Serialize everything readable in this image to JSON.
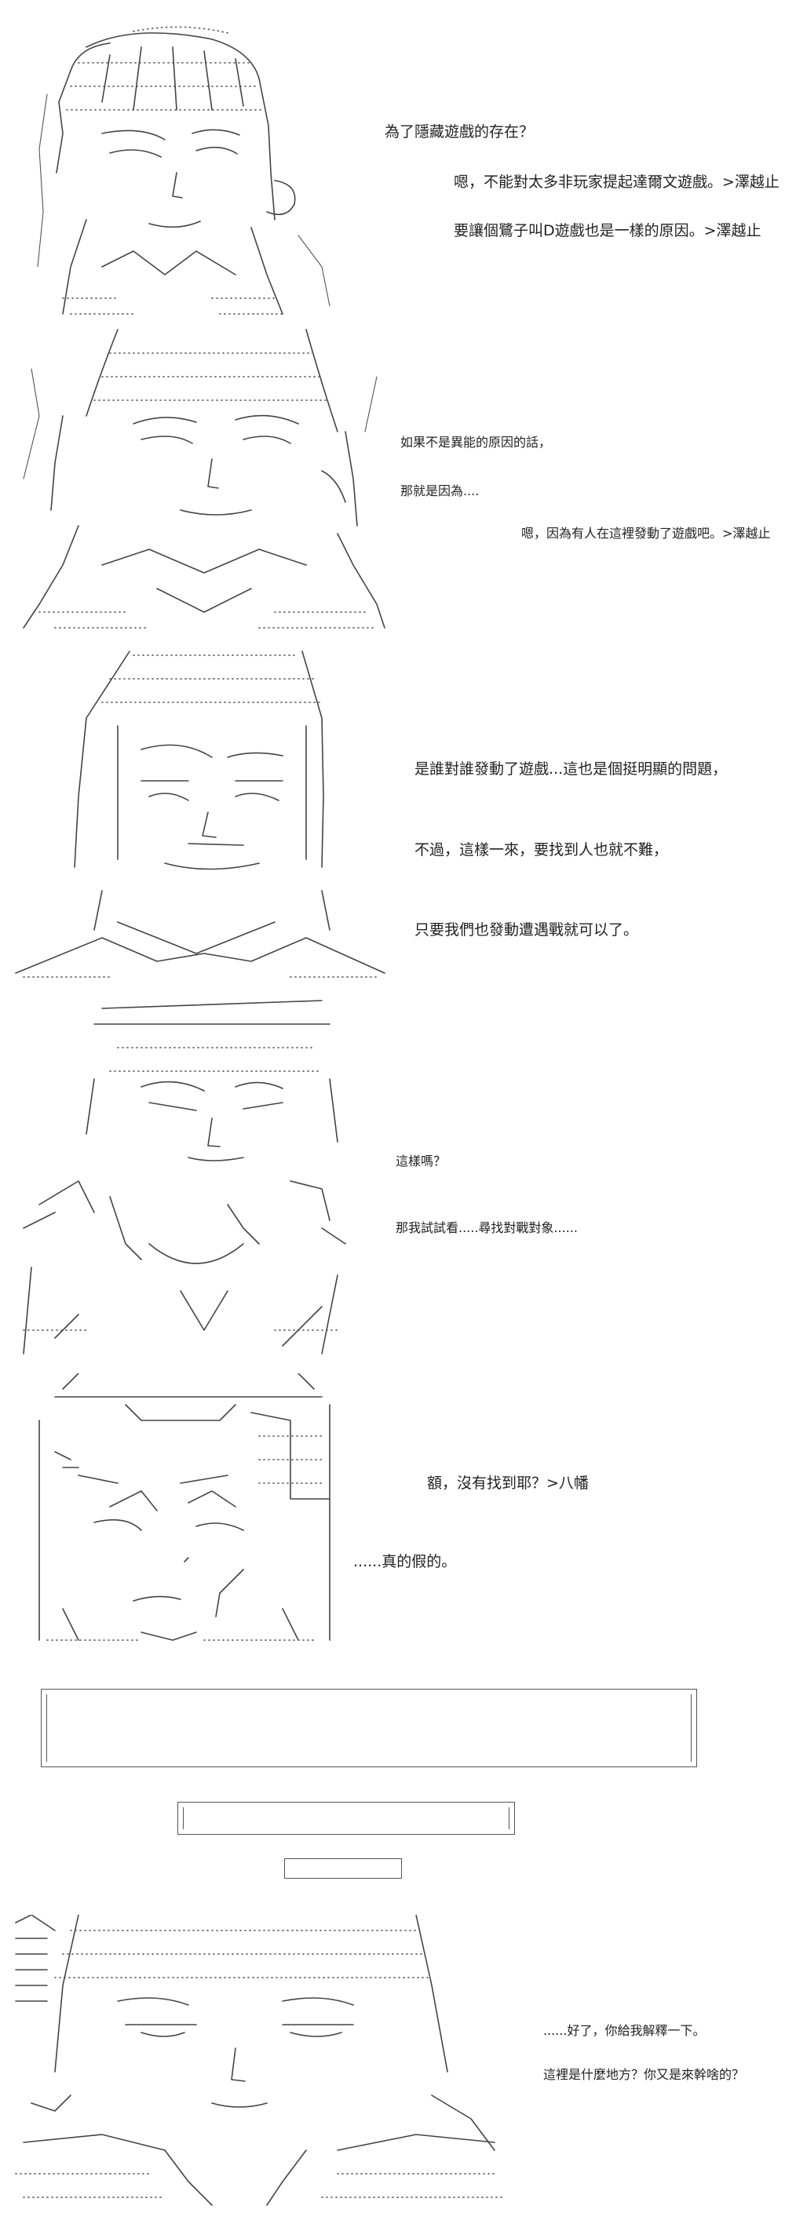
{
  "panels": [
    {
      "lines": [
        "為了隱藏遊戲的存在？",
        "嗯，不能對太多非玩家提起達爾文遊戲。>澤越止",
        "要讓個鷺子叫D遊戲也是一樣的原因。>澤越止"
      ]
    },
    {
      "lines": [
        "如果不是異能的原因的話，",
        "那就是因為....",
        "嗯，因為有人在這裡發動了遊戲吧。>澤越止"
      ]
    },
    {
      "lines": [
        "是誰對誰發動了遊戲...這也是個挺明顯的問題，",
        "不過，這樣一來，要找到人也就不難，",
        "只要我們也發動遭遇戰就可以了。"
      ]
    },
    {
      "lines": [
        "這樣嗎？",
        "那我試試看.....尋找對戰對象......"
      ]
    },
    {
      "lines": [
        "額，沒有找到耶？>八幡",
        "......真的假的。"
      ]
    },
    {
      "lines": [
        "......好了，你給我解釋一下。",
        "這裡是什麼地方？你又是來幹啥的？"
      ]
    }
  ]
}
